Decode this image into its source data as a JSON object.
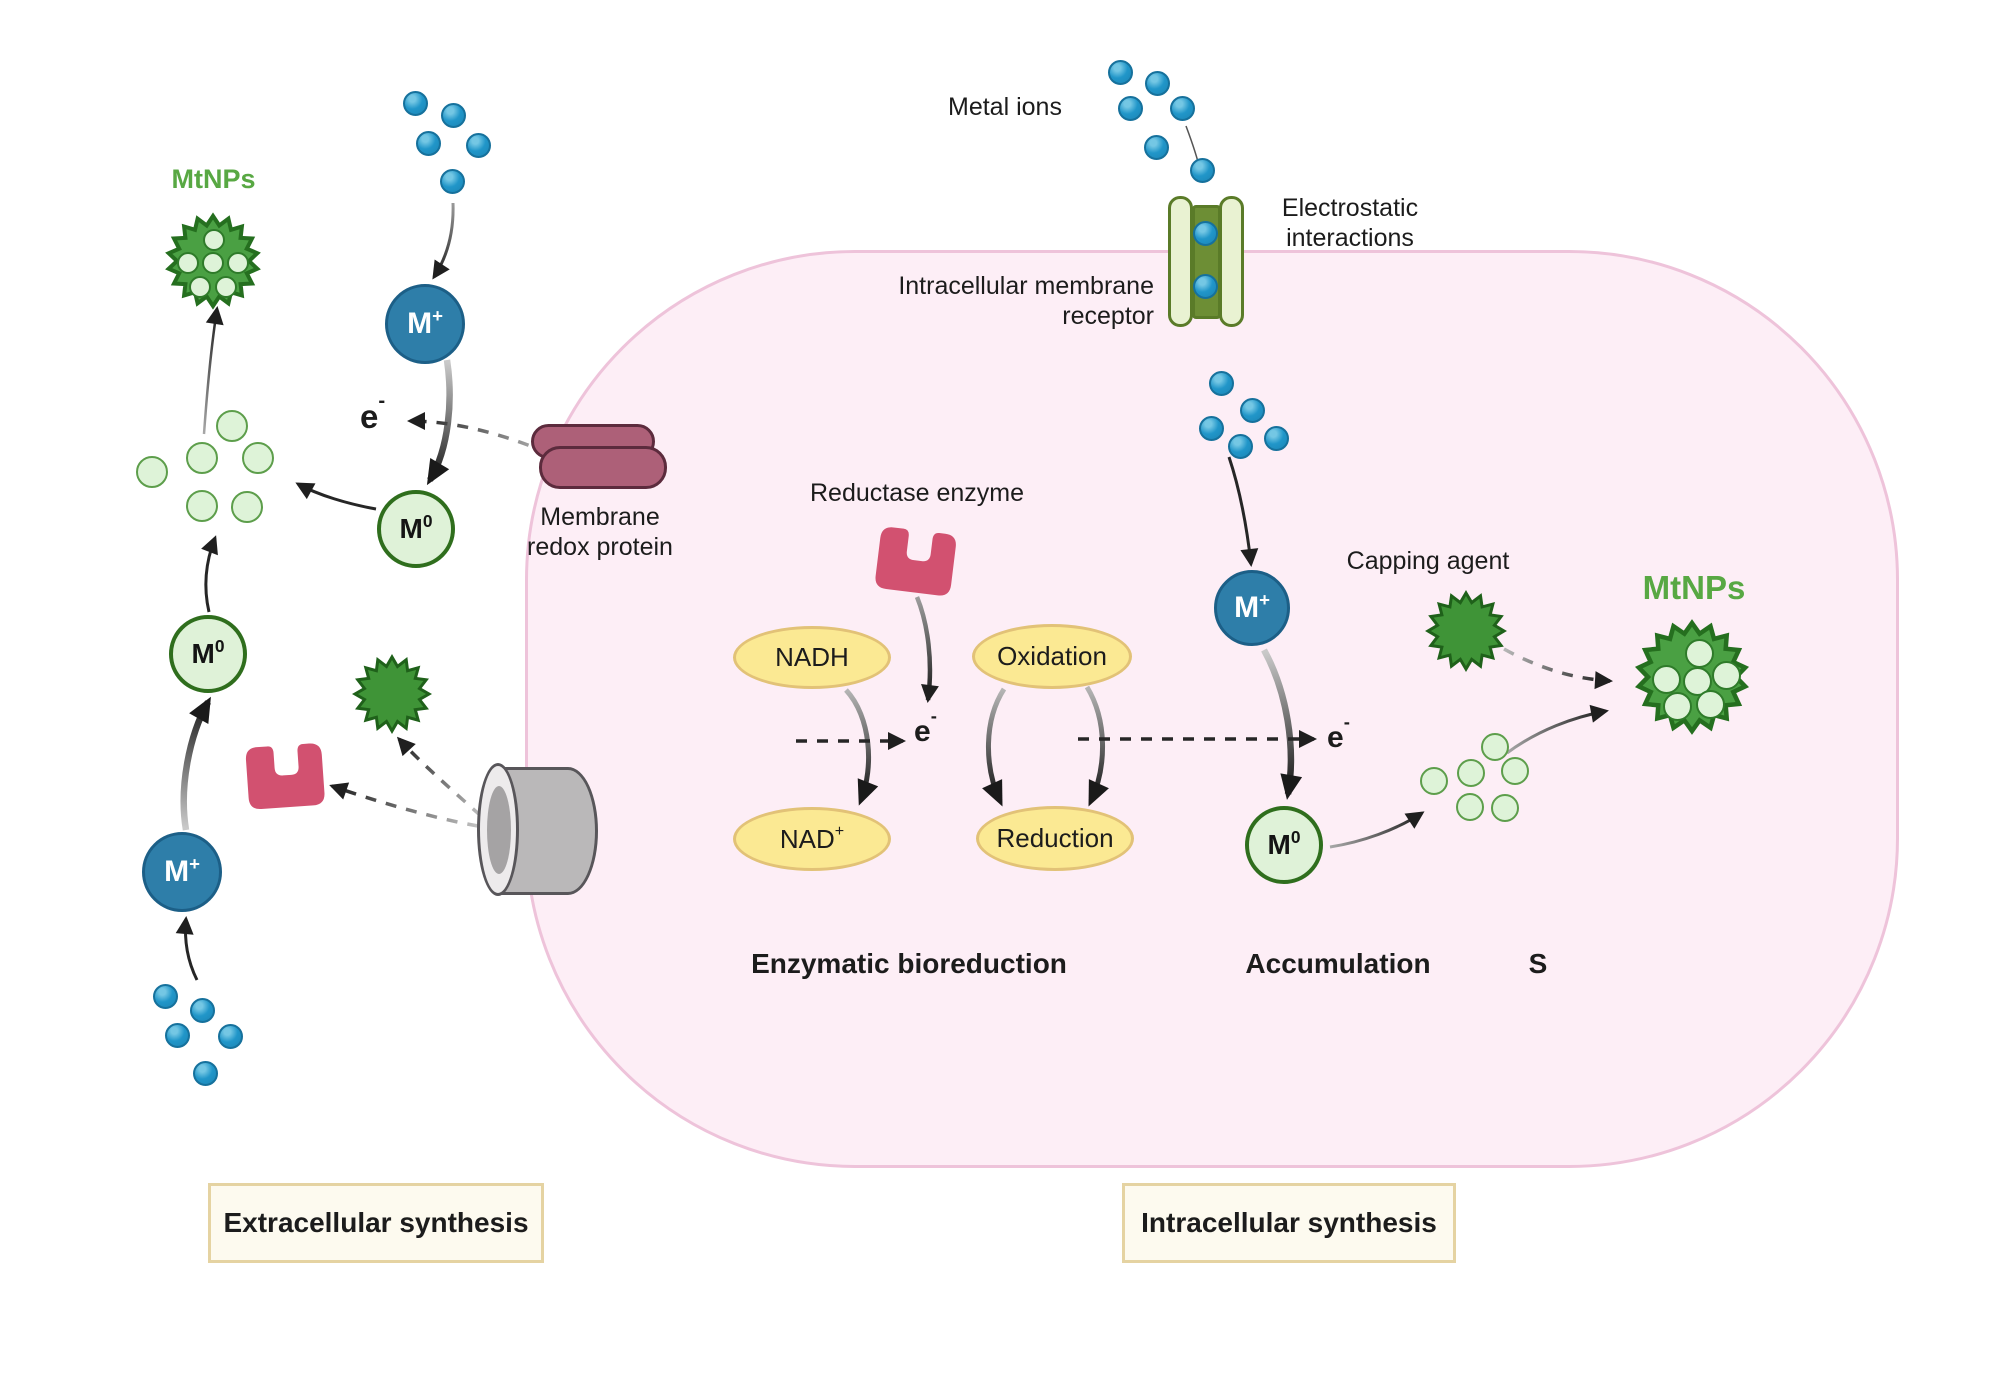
{
  "labels": {
    "mtnps_left": "MtNPs",
    "mtnps_right": "MtNPs",
    "metal_ions": "Metal ions",
    "electrostatic_1": "Electrostatic",
    "electrostatic_2": "interactions",
    "receptor_1": "Intracellular membrane",
    "receptor_2": "receptor",
    "redox_1": "Membrane",
    "redox_2": "redox protein",
    "reductase": "Reductase enzyme",
    "nadh": "NADH",
    "nad": "NAD",
    "nad_sup": "+",
    "oxidation": "Oxidation",
    "reduction": "Reduction",
    "capping": "Capping agent",
    "enzymatic": "Enzymatic bioreduction",
    "accumulation": "Accumulation",
    "s": "S",
    "extracellular": "Extracellular synthesis",
    "intracellular": "Intracellular synthesis",
    "e": "e",
    "e_sup": "-",
    "m": "M",
    "plus": "+",
    "zero": "0"
  },
  "icons": {
    "nanoparticle": "spiky-green-circle-with-light-dots",
    "capping_agent": "spiky-green-star",
    "reductase_enzyme": "pink-notched-block",
    "membrane_redox_protein": "stacked-rose-capsules",
    "membrane_receptor": "green-channel-with-ions",
    "secretion_pore": "gray-cylinder",
    "metal_ion": "blue-sphere",
    "reduced_atom": "light-green-circle"
  },
  "colors": {
    "ion_blue": "#2196c9",
    "ion_blue_dark": "#16719c",
    "ion_highlight": "#74c7e4",
    "m_plus_fill": "#2e7ea9",
    "m_plus_border": "#1c5f87",
    "m_zero_fill": "#dff2d8",
    "m_zero_border": "#2f6e1d",
    "np_dot_fill": "#def3d8",
    "np_dot_border": "#5d9e4b",
    "np_green": "#4aa043",
    "np_border": "#256f1f",
    "star_green": "#3f9437",
    "star_border": "#1f611a",
    "green_text": "#58a843",
    "enzyme_pink": "#d25170",
    "redox_fill": "#ad6078",
    "redox_border": "#5c2b3d",
    "yellow_fill": "#fbe993",
    "yellow_border": "#e2c277",
    "cell_fill": "#fdeef6",
    "cell_border": "#eec3da",
    "receptor_fill": "#e9f2d2",
    "receptor_border": "#5a7b28",
    "receptor_center": "#6d8e35",
    "cylinder_body": "#bab8b9",
    "cylinder_border": "#58565a",
    "cylinder_face": "#edebec",
    "cylinder_hole": "#a5a3a4",
    "box_fill": "#fdfaef",
    "box_border": "#e5d3a2",
    "text": "#1c1c1c",
    "arrow": "#262626"
  }
}
